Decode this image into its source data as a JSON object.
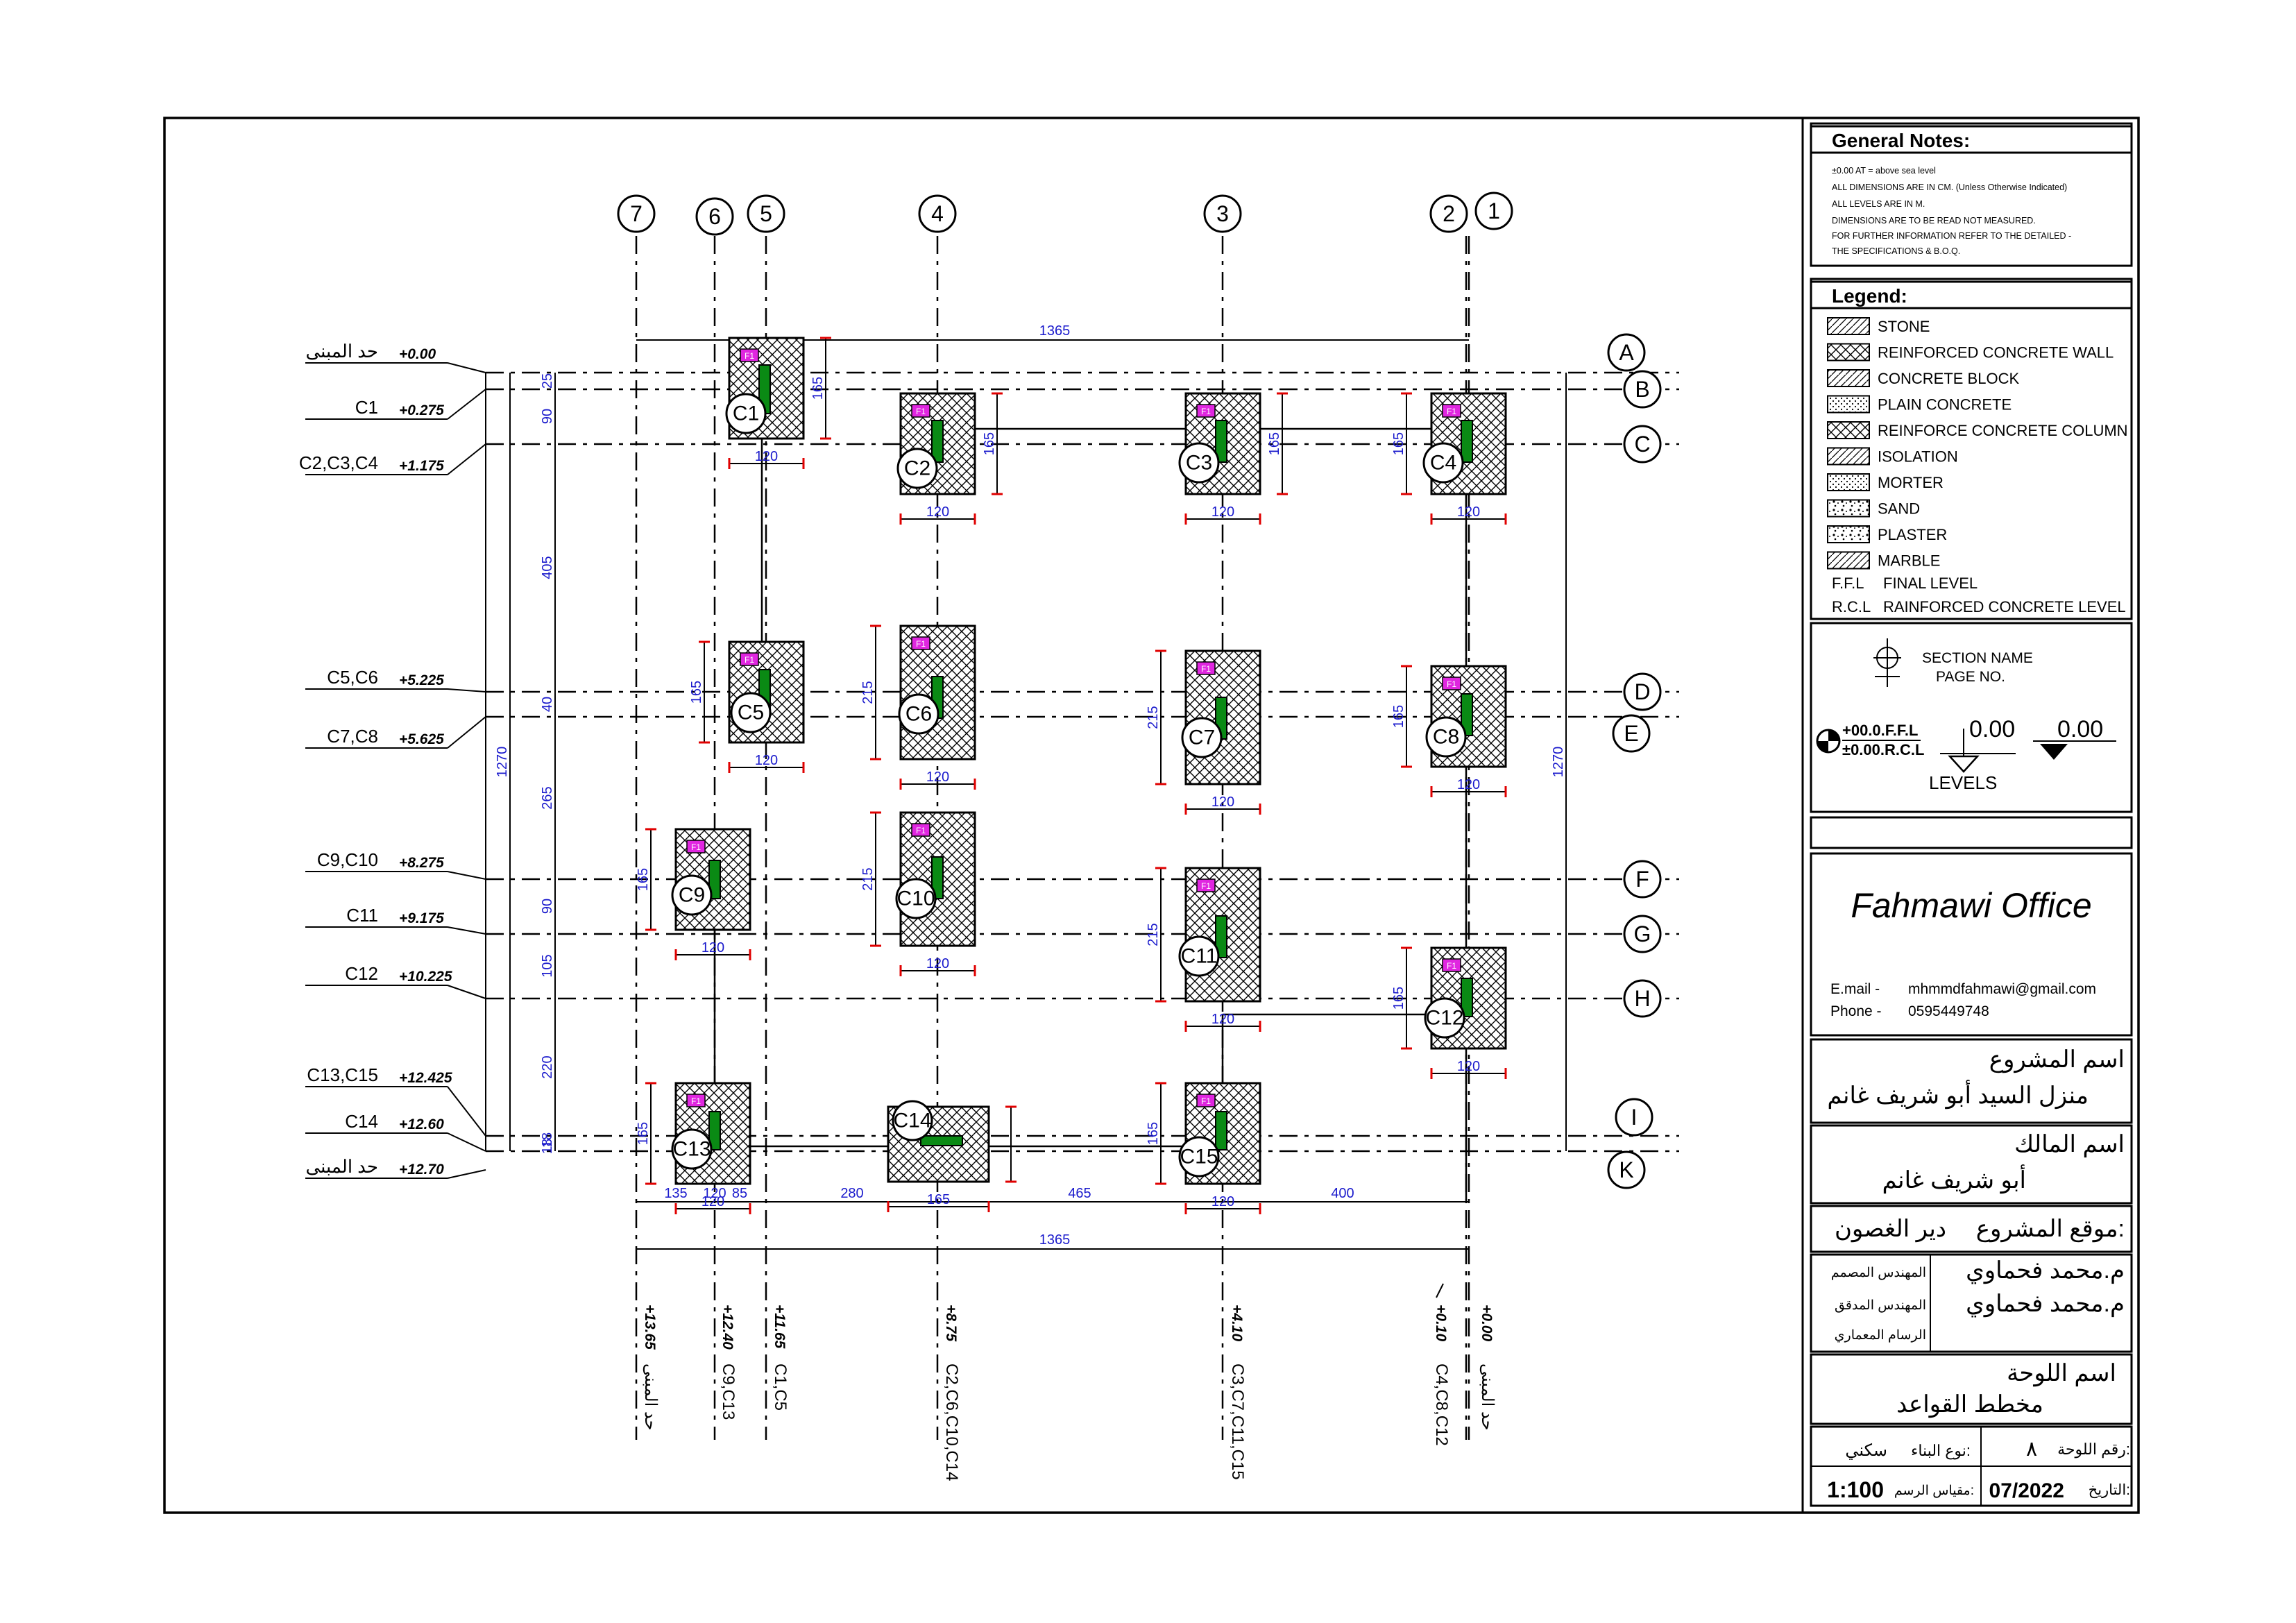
{
  "grid": {
    "columns": [
      "7",
      "6",
      "5",
      "4",
      "3",
      "2",
      "1"
    ],
    "rows": [
      "A",
      "B",
      "C",
      "D",
      "E",
      "F",
      "G",
      "H",
      "I",
      "K"
    ]
  },
  "levels_left": [
    {
      "name": "حد المبنى",
      "value": "+0.00"
    },
    {
      "name": "C1",
      "value": "+0.275"
    },
    {
      "name": "C2,C3,C4",
      "value": "+1.175"
    },
    {
      "name": "C5,C6",
      "value": "+5.225"
    },
    {
      "name": "C7,C8",
      "value": "+5.625"
    },
    {
      "name": "C9,C10",
      "value": "+8.275"
    },
    {
      "name": "C11",
      "value": "+9.175"
    },
    {
      "name": "C12",
      "value": "+10.225"
    },
    {
      "name": "C13,C15",
      "value": "+12.425"
    },
    {
      "name": "C14",
      "value": "+12.60"
    },
    {
      "name": "حد المبنى",
      "value": "+12.70"
    }
  ],
  "levels_bottom": [
    {
      "value": "+13.65",
      "name": "حد المبنى"
    },
    {
      "value": "+12.40",
      "name": "C9,C13"
    },
    {
      "value": "+11.65",
      "name": "C1,C5"
    },
    {
      "value": "+8.75",
      "name": "C2,C6,C10,C14"
    },
    {
      "value": "+4.10",
      "name": "C3,C7,C11,C15"
    },
    {
      "value": "+0.10",
      "name": "C4,C8,C12"
    },
    {
      "value": "+0.00",
      "name": "حد المبنى"
    }
  ],
  "dims": {
    "top_overall": "1365",
    "bottom_overall": "1365",
    "left_overall": "1270",
    "right_overall": "1270",
    "left_chain": [
      "25",
      "90",
      "405",
      "40",
      "265",
      "90",
      "105",
      "220",
      "18",
      "18"
    ],
    "bottom_chain": [
      "135",
      "120",
      "85",
      "280",
      "465",
      "400"
    ],
    "w120": "120",
    "h165": "165",
    "h215": "215",
    "w165": "165"
  },
  "columns": [
    {
      "id": "C1"
    },
    {
      "id": "C2"
    },
    {
      "id": "C3"
    },
    {
      "id": "C4"
    },
    {
      "id": "C5"
    },
    {
      "id": "C6"
    },
    {
      "id": "C7"
    },
    {
      "id": "C8"
    },
    {
      "id": "C9"
    },
    {
      "id": "C10"
    },
    {
      "id": "C11"
    },
    {
      "id": "C12"
    },
    {
      "id": "C13"
    },
    {
      "id": "C14"
    },
    {
      "id": "C15"
    }
  ],
  "footing_tag": "F1",
  "general_notes": {
    "title": "General Notes:",
    "lines": [
      "±0.00 AT = above sea level",
      "ALL DIMENSIONS ARE IN CM.  (Unless Otherwise Indicated)",
      "ALL LEVELS ARE IN M.",
      "DIMENSIONS ARE TO BE READ NOT MEASURED.",
      "FOR FURTHER INFORMATION REFER TO THE DETAILED -",
      "THE SPECIFICATIONS & B.O.Q."
    ]
  },
  "legend": {
    "title": "Legend:",
    "items": [
      "STONE",
      "REINFORCED  CONCRETE  WALL",
      "CONCRETE  BLOCK",
      "PLAIN  CONCRETE",
      "REINFORCE  CONCRETE  COLUMN",
      "ISOLATION",
      "MORTER",
      "SAND",
      "PLASTER",
      "MARBLE"
    ],
    "abbr": [
      {
        "code": "F.F.L",
        "text": "FINAL  LEVEL"
      },
      {
        "code": "R.C.L",
        "text": "RAINFORCED  CONCRETE  LEVEL"
      }
    ]
  },
  "symbols": {
    "section_name": "SECTION  NAME",
    "page_no": "PAGE  NO.",
    "ffl": "+00.0.F.F.L",
    "rcl": "±0.00.R.C.L",
    "lvl1": "0.00",
    "lvl2": "0.00",
    "levels": "LEVELS"
  },
  "office": {
    "name": "Fahmawi Office",
    "email_label": "E.mail  -",
    "email": "mhmmdfahmawi@gmail.com",
    "phone_label": "Phone  -",
    "phone": "0595449748"
  },
  "project": {
    "project_label": "اسم المشروع",
    "project_name": "منزل السيد أبو شريف غانم",
    "owner_label": "اسم المالك",
    "owner_name": "أبو شريف غانم",
    "site_label": "موقع المشروع:",
    "site_name": "دير الغصون",
    "designer_role": "المهندس المصمم",
    "designer_name": "م.محمد فحماوي",
    "checker_role": "المهندس المدقق",
    "checker_name": "م.محمد فحماوي",
    "drafter_role": "الرسام المعماري",
    "sheet_label": "اسم اللوحة",
    "sheet_name": "مخطط القواعد",
    "type_label": "نوع البناء:",
    "type_value": "سكني",
    "sheet_no_label": "رقم اللوحة:",
    "sheet_no": "٨",
    "scale_label": "مقياس الرسم:",
    "scale": "1:100",
    "date_label": "التاريخ:",
    "date": "07/2022"
  }
}
